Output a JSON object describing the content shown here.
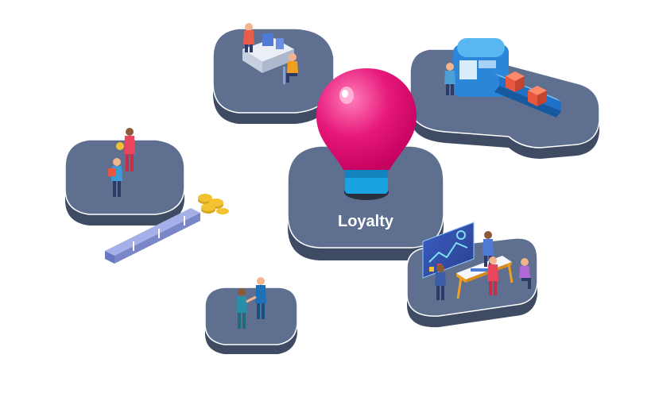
{
  "center": {
    "label": "Loyalty"
  },
  "colors": {
    "platform_top": "#5f6f8f",
    "platform_side": "#3f4a63",
    "platform_edge": "#ffffff",
    "bulb": "#e6197a",
    "bulb_highlight": "#ff8fc4",
    "bulb_base": "#1aa3e0",
    "conveyor": "#1e73c8",
    "box": "#e8573e",
    "money": "#7a86c8",
    "coin": "#f2c230"
  },
  "platforms": [
    {
      "name": "office-desk-platform",
      "scene": "office-desk"
    },
    {
      "name": "factory-conveyor-platform",
      "scene": "conveyor"
    },
    {
      "name": "customer-platform",
      "scene": "people"
    },
    {
      "name": "handshake-platform",
      "scene": "handshake"
    },
    {
      "name": "analytics-platform",
      "scene": "dashboard-meeting"
    },
    {
      "name": "center-platform",
      "scene": "lightbulb"
    }
  ]
}
